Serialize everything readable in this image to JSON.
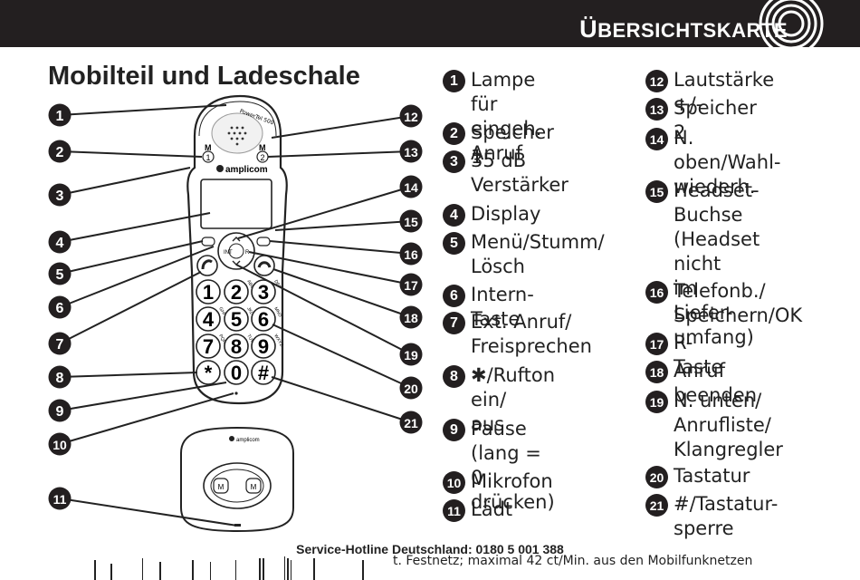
{
  "header": {
    "title_initial": "Ü",
    "title_rest": "BERSICHTSKARTE"
  },
  "page_title": "Mobilteil und Ladeschale",
  "phone": {
    "brand": "amplicom",
    "model": "PowerTel 500",
    "mem_label_left": "M",
    "mem_label_right": "M",
    "mem1": "1",
    "mem2": "2",
    "int_key": "INT",
    "r_key": "R",
    "keys": [
      {
        "digit": "1",
        "sub": ""
      },
      {
        "digit": "2",
        "sub": "ABC"
      },
      {
        "digit": "3",
        "sub": "DEF"
      },
      {
        "digit": "4",
        "sub": "GHI"
      },
      {
        "digit": "5",
        "sub": "JKL"
      },
      {
        "digit": "6",
        "sub": "MNO"
      },
      {
        "digit": "7",
        "sub": "PQRS"
      },
      {
        "digit": "8",
        "sub": "TUV"
      },
      {
        "digit": "9",
        "sub": "WXYZ"
      },
      {
        "digit": "*",
        "sub": ""
      },
      {
        "digit": "0",
        "sub": ""
      },
      {
        "digit": "#",
        "sub": ""
      }
    ],
    "base_brand": "amplicom",
    "base_label_left": "M",
    "base_label_right": "M"
  },
  "callouts": [
    "1",
    "2",
    "3",
    "4",
    "5",
    "6",
    "7",
    "8",
    "9",
    "10",
    "11",
    "12",
    "13",
    "14",
    "15",
    "16",
    "17",
    "18",
    "19",
    "20",
    "21"
  ],
  "legend_left": [
    {
      "num": "1",
      "text": "Lampe für\neingeh. Anruf"
    },
    {
      "num": "2",
      "text": "Speicher 1"
    },
    {
      "num": "3",
      "text": "35 dB\nVerstärker"
    },
    {
      "num": "4",
      "text": "Display"
    },
    {
      "num": "5",
      "text": "Menü/Stumm/\nLösch"
    },
    {
      "num": "6",
      "text": "Intern-Taste"
    },
    {
      "num": "7",
      "text": "Ext. Anruf/\nFreisprechen"
    },
    {
      "num": "8",
      "text": "✱/Rufton ein/\naus"
    },
    {
      "num": "9",
      "text": "Pause (lang =\n0 drücken)"
    },
    {
      "num": "10",
      "text": "Mikrofon"
    },
    {
      "num": "11",
      "text": "Lädt"
    }
  ],
  "legend_right": [
    {
      "num": "12",
      "text": "Lautstärke +/-"
    },
    {
      "num": "13",
      "text": "Speicher 2"
    },
    {
      "num": "14",
      "text": "N. oben/Wahl-\nwiederh."
    },
    {
      "num": "15",
      "text": "Headset-Buchse\n(Headset nicht\nim Liefer-\numfang)"
    },
    {
      "num": "16",
      "text": "Telefonb./\nSpeichern/OK"
    },
    {
      "num": "17",
      "text": "R-Taste"
    },
    {
      "num": "18",
      "text": "Anruf beenden"
    },
    {
      "num": "19",
      "text": "N. unten/\nAnrufliste/\nKlangregler"
    },
    {
      "num": "20",
      "text": "Tastatur"
    },
    {
      "num": "21",
      "text": "#/Tastatur-\nsperre"
    }
  ],
  "footer": {
    "hotline": "Service-Hotline Deutschland: 0180 5 001 388",
    "rates": "t. Festnetz; maximal 42 ct/Min. aus den Mobilfunknetzen"
  }
}
